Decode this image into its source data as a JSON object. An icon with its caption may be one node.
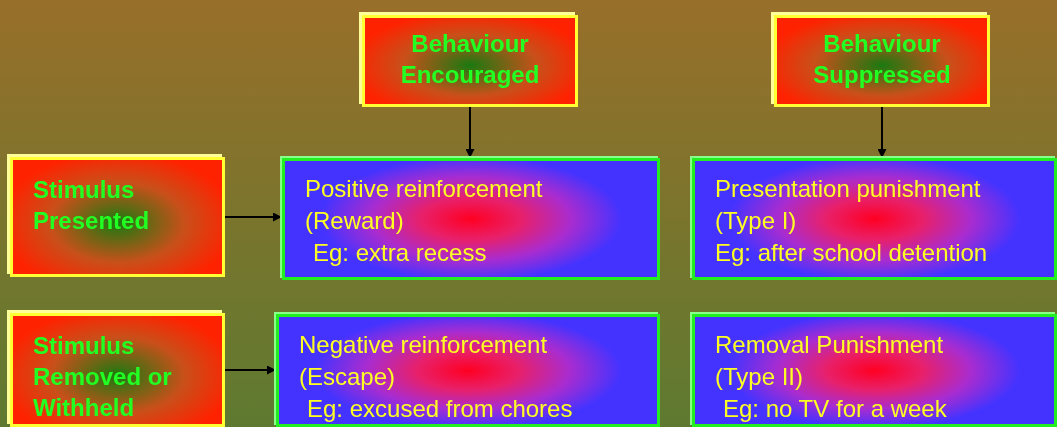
{
  "diagram": {
    "nodes": [
      {
        "text": [
          "Behaviour Encouraged"
        ]
      },
      {
        "text": [
          "Behaviour Suppressed"
        ]
      },
      {
        "text": [
          "Stimulus Presented"
        ]
      },
      {
        "text": [
          "Positive reinforcement",
          "(Reward)",
          "Eg: extra recess"
        ]
      },
      {
        "text": [
          "Presentation punishment",
          "(Type I)",
          "Eg: after school detention"
        ]
      },
      {
        "text": [
          "Stimulus Removed or Withheld"
        ]
      },
      {
        "text": [
          "Negative reinforcement",
          "(Escape)",
          "Eg: excused from chores"
        ]
      },
      {
        "text": [
          "Removal Punishment",
          "(Type II)",
          "Eg: no TV for a week"
        ]
      }
    ],
    "edges": [
      {
        "from": 0,
        "to": 3,
        "arrow": "to"
      },
      {
        "from": 1,
        "to": 4,
        "arrow": "to"
      },
      {
        "from": 2,
        "to": 3,
        "arrow": "to"
      },
      {
        "from": 5,
        "to": 6,
        "arrow": "to"
      }
    ]
  }
}
